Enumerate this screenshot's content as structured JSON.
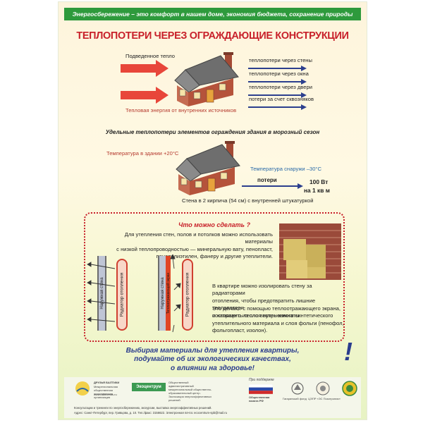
{
  "header": {
    "topbar": "Энергосбережение – это комфорт в нашем доме, экономия бюджета, сохранение природы",
    "title": "ТЕПЛОПОТЕРИ ЧЕРЕЗ ОГРАЖДАЮЩИЕ КОНСТРУКЦИИ"
  },
  "diagram1": {
    "supplied_heat": "Подведенное тепло",
    "internal_heat": "Тепловая энергия от внутренних источников",
    "losses": [
      "теплопотери через стены",
      "теплопотери через окна",
      "теплопотери через двери",
      "потери за счет сквозняков"
    ]
  },
  "diagram2": {
    "heading": "Удельные теплопотери элементов ограждения здания в морозный сезон",
    "temp_inside": "Температура в здании +20°С",
    "temp_outside": "Температура снаружи –30°С",
    "loss_label": "потери",
    "loss_value_1": "100 Вт",
    "loss_value_2": "на 1 кв м",
    "wall_caption": "Стена в 2 кирпича (54 см) с внутренней штукатуркой"
  },
  "tips": {
    "title": "Что можно сделать ?",
    "paragraph1": [
      "Для утепления стен, полов и потолков можно использовать материалы",
      "с низкой теплопроводностью —  минеральную вату, пенопласт,",
      "пенополиэтилен, фанеру и другие утеплители."
    ],
    "wall_label": "Наружная стена",
    "radiator_label": "Радиатор отопления",
    "screen_label": "Теплоотражающий экран",
    "paragraph2": [
      "В квартире можно изолировать стену за радиаторами",
      "отопления, чтобы предотвратить лишние теплопотери",
      "и направить тепло внутрь комнаты."
    ],
    "paragraph3": [
      "Это делают с помощью теплоотражающего экрана,",
      "состоящего из слоя вспененного синтетического",
      "утеплительного материала и слоя фольги (пенофол,",
      "фольгопласт, изолон)."
    ]
  },
  "callout": {
    "lines": [
      "Выбирая материалы для утепления квартиры,",
      "подумайте об их экологических качествах,",
      "о влиянии на здоровье!"
    ],
    "exclamation": "!"
  },
  "footer": {
    "logo1": "ДРУЗЬЯ БАЛТИКИ",
    "logo1_desc": "Межрегиональная общественная экологическая организация",
    "logo1_url": "www.baltfriends.ru",
    "logo2": "Экоцентрум",
    "logo2_desc": "Общественный административный межрегиональный общественно-образовательный центр. Экспозиция энергоэффективных решений",
    "support": "При поддержке",
    "chamber": "Общественная палата РФ",
    "fund": "Гагаринский фонд",
    "center": "ЦЭПР «ЭС Позитрония»",
    "line1": "Консультации и тренинги по энергосбережению, экскурсии, выставка энергоэффективных решений.",
    "line2": "Адрес: Санкт-Петербург, пер. Гривцова, д. 10. Тел./факс: 3156622. Электронная почта: ecocentrum-spb@mail.ru"
  },
  "colors": {
    "accent_red": "#c8202a",
    "accent_green": "#2e9a3c",
    "accent_blue": "#2a3c8e",
    "brick": "#b5533b",
    "roof": "#6e6e6e"
  }
}
